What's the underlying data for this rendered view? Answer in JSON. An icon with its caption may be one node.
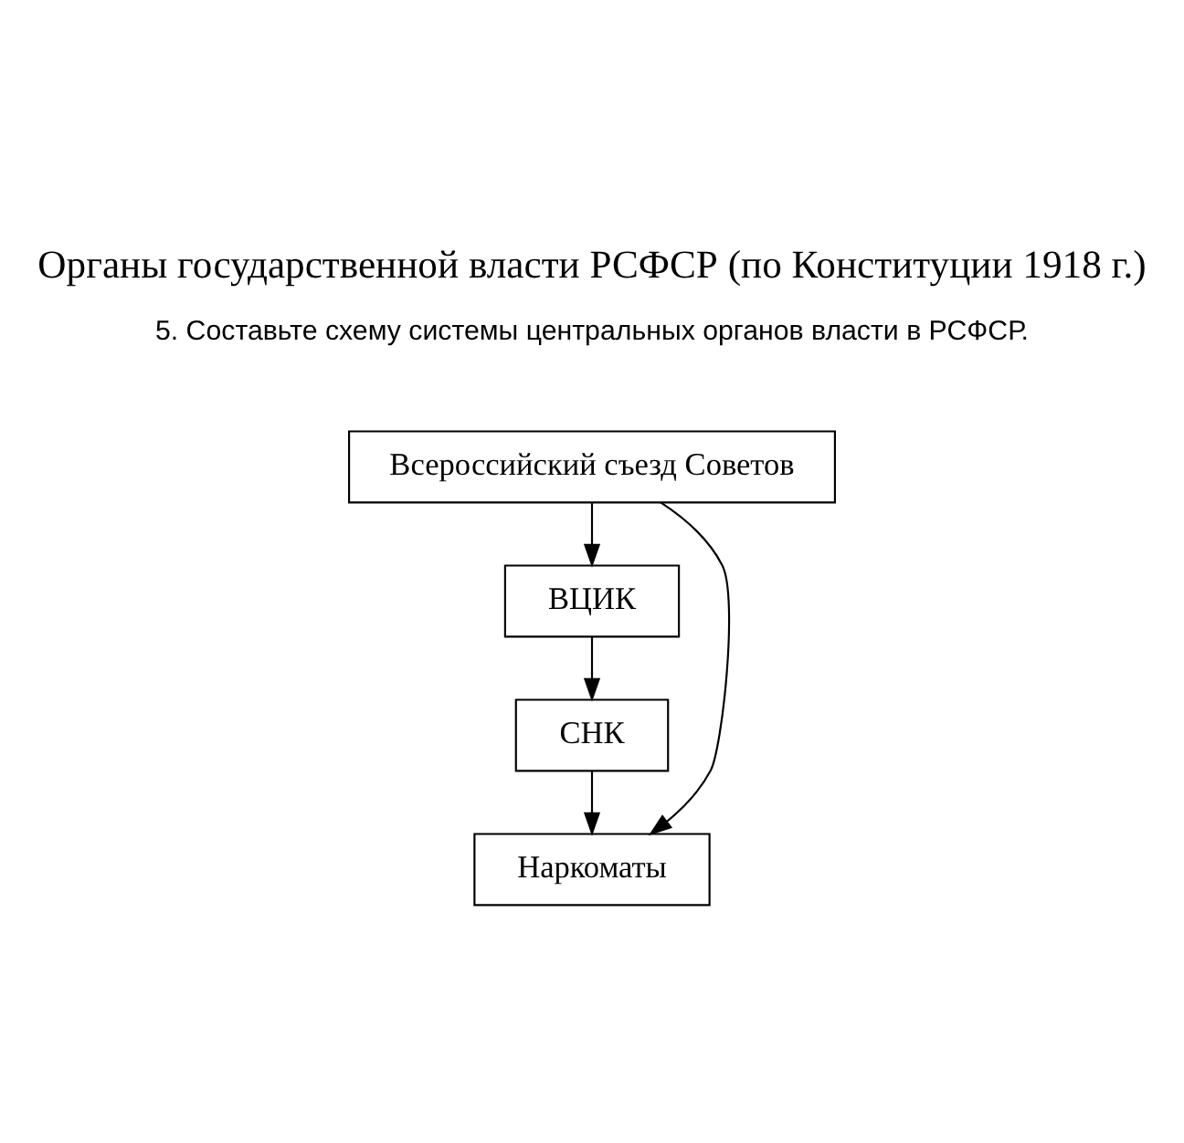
{
  "diagram": {
    "title": "Органы государственной власти РСФСР (по Конституции 1918 г.)",
    "nodes": [
      {
        "text": [
          "Всероссийский съезд Советов"
        ]
      },
      {
        "text": [
          "ВЦИК"
        ]
      },
      {
        "text": [
          "СНК"
        ]
      },
      {
        "text": [
          "Наркоматы"
        ]
      }
    ],
    "edges": [
      {
        "from": 0,
        "to": 1,
        "arrow": "to"
      },
      {
        "from": 1,
        "to": 2,
        "arrow": "to"
      },
      {
        "from": 2,
        "to": 3,
        "arrow": "to"
      },
      {
        "from": 0,
        "to": 3,
        "arrow": "to"
      }
    ],
    "labels": [
      "5. Составьте схему системы центральных органов власти в РСФСР."
    ]
  }
}
